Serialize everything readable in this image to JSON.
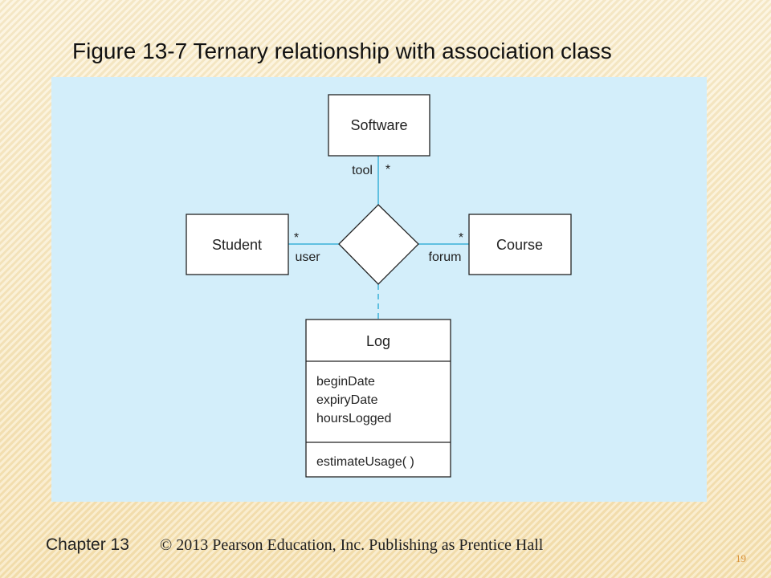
{
  "slide": {
    "title": "Figure 13-7 Ternary relationship with association class",
    "footer_chapter": "Chapter 13",
    "footer_copyright": "© 2013 Pearson Education, Inc.  Publishing as Prentice Hall",
    "page_number": "19"
  },
  "diagram": {
    "classes": {
      "software": "Software",
      "student": "Student",
      "course": "Course"
    },
    "roles": {
      "tool": "tool",
      "user": "user",
      "forum": "forum"
    },
    "multiplicities": {
      "tool": "*",
      "user": "*",
      "forum": "*"
    },
    "association_class": {
      "name": "Log",
      "attributes": [
        "beginDate",
        "expiryDate",
        "hoursLogged"
      ],
      "operations": [
        "estimateUsage( )"
      ]
    },
    "colors": {
      "panel": "#d3eefa",
      "connector": "#3ab0d8",
      "box_border": "#222222"
    }
  }
}
